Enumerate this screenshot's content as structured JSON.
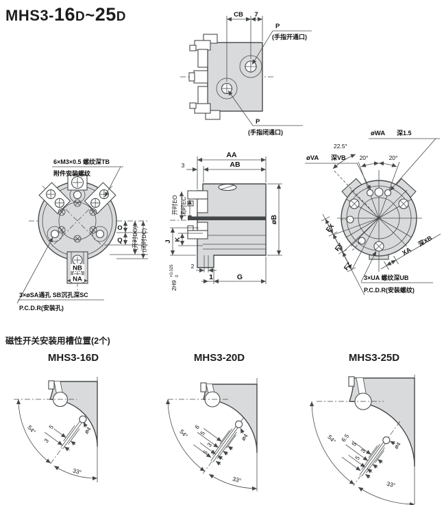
{
  "colors": {
    "body_fill": "#d9dadb",
    "line_color": "#45484a"
  },
  "title": {
    "brand": "MHS3-",
    "from_size": "16",
    "from_type": "D",
    "sep": "~",
    "to_size": "25",
    "to_type": "D"
  },
  "top_view": {
    "dim_cb": "CB",
    "dim_7": "7",
    "port_open": "P",
    "port_open_note": "(手指开通口)",
    "port_close": "P",
    "port_close_note": "(手指闭通口)"
  },
  "front_view": {
    "attach_thread_line1": "6×M3×0.5 螺纹深TB",
    "attach_thread_line2": "附件安装螺纹",
    "dim_o": "O",
    "dim_q": "Q",
    "dim_do": "(开时DO)",
    "dim_dc": "(闭时DC)",
    "dim_nb": "NB",
    "dim_na": "NA",
    "mount_hole_line1": "3×øSA通孔  SB沉孔深SC",
    "mount_hole_line2": "P.C.D.R(安装孔)"
  },
  "section_view": {
    "dim_aa": "AA",
    "dim_ab": "AB",
    "dim_3": "3",
    "dim_eo": "开时EO",
    "dim_ec": "闭时EC",
    "dim_b": "øB",
    "dim_j": "J",
    "dim_k": "K",
    "key_code": "2H9",
    "key_tol_upper": "+0.025",
    "key_tol_lower": "0",
    "dim_2": "2",
    "dim_1": "1",
    "dim_g": "G"
  },
  "rear_view": {
    "dim_wa": "øWA",
    "dim_wa_depth": "深1.5",
    "angle_225": "22.5°",
    "angle_20_left": "20°",
    "angle_20_right": "20°",
    "dim_va": "øVA",
    "dim_va_depth": "深VB",
    "dim_fx": "FX",
    "dim_fy": "FY",
    "dim_fz": "FZ",
    "dim_xa": "XA",
    "dim_xb": "深XB",
    "mount_thread_line1": "3×UA 螺纹深UB",
    "mount_thread_line2": "P.C.D.R(安装螺纹)"
  },
  "switch_section": {
    "heading": "磁性开关安装用槽位置(2个)",
    "views": [
      {
        "title": "MHS3-16D",
        "angle_outer": "54°",
        "angle_inner": "33°",
        "hole_dia": "ø4",
        "slot_dims": [
          "5",
          "3"
        ]
      },
      {
        "title": "MHS3-20D",
        "angle_outer": "54°",
        "angle_inner": "33°",
        "hole_dia": "ø4",
        "slot_dims": [
          "6",
          "5",
          "3",
          "5"
        ]
      },
      {
        "title": "MHS3-25D",
        "angle_outer": "54°",
        "angle_inner": "33°",
        "hole_dia": "ø4",
        "slot_dims": [
          "6.5",
          "5",
          "3",
          "5"
        ]
      }
    ]
  }
}
